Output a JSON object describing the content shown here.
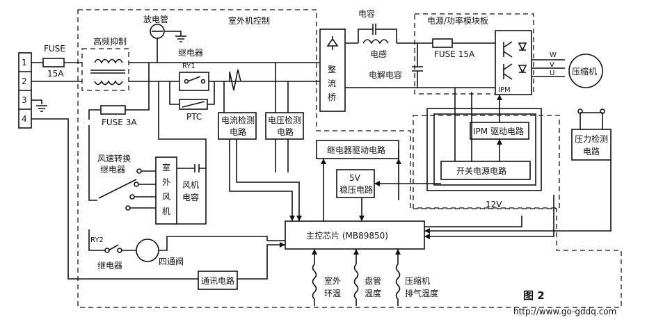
{
  "terminals": [
    "1",
    "2",
    "3",
    "4"
  ],
  "labels": {
    "fuse_in": "FUSE",
    "fuse_in_rating": "15A",
    "emi_filter": "高频抑制",
    "discharge_tube": "放电管",
    "outdoor_control": "室外机控制",
    "relay": "继电器",
    "ry1": "RY1",
    "ptc": "PTC",
    "fuse_3a": "FUSE  3A",
    "fan_relay": [
      "风速转换",
      "继电器"
    ],
    "outdoor_fan": [
      "室",
      "外",
      "风",
      "机"
    ],
    "fan_capacitor": [
      "风机",
      "电容"
    ],
    "current_detect": [
      "电流检测",
      "电路"
    ],
    "voltage_detect": [
      "电压检测",
      "电路"
    ],
    "rectifier": [
      "整",
      "流",
      "桥"
    ],
    "capacitor": "电容",
    "inductor": "电感",
    "electrolytic": "电解电容",
    "power_module": "电源/功率模块板",
    "fuse_15a": "FUSE  15A",
    "ipm": "IPM",
    "phase_w": "W",
    "phase_v": "V",
    "phase_u": "U",
    "compressor": "压缩机",
    "relay_drive": "继电器驱动电路",
    "regulator": [
      "5V",
      "稳压电路"
    ],
    "ipm_drive": "IPM 驱动电路",
    "switch_power": "开关电源电路",
    "v12": "12V",
    "pressure_detect": [
      "压力检测",
      "电路"
    ],
    "mcu": "主控芯片 (MB89850)",
    "ry2": "RY2",
    "relay2": "继电器",
    "four_way": "四通阀",
    "comm": "通讯电路",
    "sensor_outdoor": [
      "室外",
      "环温"
    ],
    "sensor_coil": [
      "盘管",
      "温度"
    ],
    "sensor_discharge": [
      "压缩机",
      "排气温度"
    ],
    "figure": "图 2",
    "url": "http://www.go-gddq.com"
  }
}
